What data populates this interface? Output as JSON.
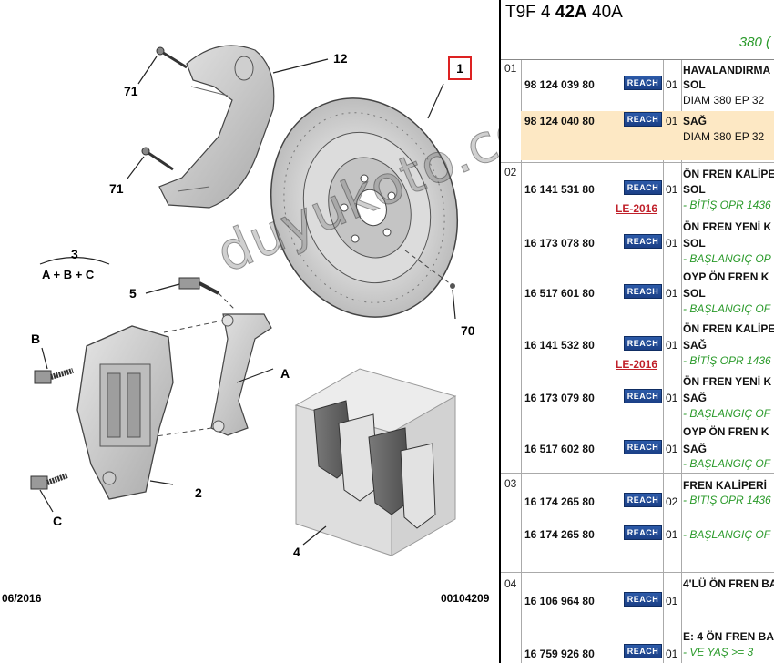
{
  "diagram": {
    "callouts": [
      "1",
      "12",
      "71",
      "71",
      "3",
      "A + B + C",
      "5",
      "B",
      "A",
      "2",
      "C",
      "4",
      "70"
    ],
    "bottom_left": "06/2016",
    "bottom_right": "00104209",
    "watermark": "duyukoto.com"
  },
  "table": {
    "header": {
      "pre": "T9F 4 ",
      "bold": "42A",
      "post": " 40A"
    },
    "subheader": "380 (",
    "reach_label": "REACH",
    "groups": [
      {
        "num": "01",
        "rows": [
          {
            "pn": "98 124 039 80",
            "qty": "01",
            "desc": [
              "HAVALANDIRMA",
              "SOL",
              "DIAM 380 EP 32"
            ]
          },
          {
            "pn": "98 124 040 80",
            "qty": "01",
            "desc": [
              "SAĞ",
              "DIAM 380 EP 32"
            ]
          }
        ]
      },
      {
        "num": "02",
        "rows": [
          {
            "pn": "16 141 531 80",
            "qty": "01",
            "le": "LE-2016",
            "desc": [
              "ÖN FREN KALİPE",
              "SOL",
              "- BİTİŞ OPR 1436"
            ]
          },
          {
            "pn": "16 173 078 80",
            "qty": "01",
            "desc": [
              "ÖN FREN YENİ K",
              "SOL",
              "- BAŞLANGIÇ OP"
            ]
          },
          {
            "pn": "16 517 601 80",
            "qty": "01",
            "desc": [
              "OYP ÖN FREN K",
              "SOL",
              "- BAŞLANGIÇ OF"
            ]
          },
          {
            "pn": "16 141 532 80",
            "qty": "01",
            "le": "LE-2016",
            "desc": [
              "ÖN FREN KALİPE",
              "SAĞ",
              "- BİTİŞ OPR 1436"
            ]
          },
          {
            "pn": "16 173 079 80",
            "qty": "01",
            "desc": [
              "ÖN FREN YENİ K",
              "SAĞ",
              "- BAŞLANGIÇ OF"
            ]
          },
          {
            "pn": "16 517 602 80",
            "qty": "01",
            "desc": [
              "OYP ÖN FREN K",
              "SAĞ",
              "- BAŞLANGIÇ OF"
            ]
          }
        ]
      },
      {
        "num": "03",
        "rows": [
          {
            "pn": "16 174 265 80",
            "qty": "02",
            "desc": [
              "FREN KALİPERİ",
              "- BİTİŞ OPR 1436"
            ]
          },
          {
            "pn": "16 174 265 80",
            "qty": "01",
            "desc": [
              "- BAŞLANGIÇ OF"
            ]
          }
        ]
      },
      {
        "num": "04",
        "rows": [
          {
            "pn": "16 106 964 80",
            "qty": "01",
            "desc": [
              "4'LÜ ÖN FREN BA"
            ]
          },
          {
            "pn": "16 759 926 80",
            "qty": "01",
            "desc": [
              "E: 4 ÖN FREN BA",
              "- VE YAŞ >= 3"
            ]
          }
        ]
      }
    ]
  }
}
